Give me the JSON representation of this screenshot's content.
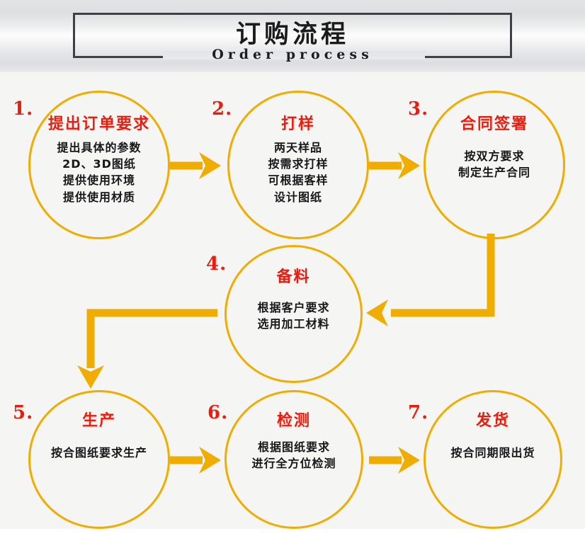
{
  "header": {
    "title_cn": "订购流程",
    "title_en": "Order process"
  },
  "colors": {
    "accent": "#F0AD00",
    "title_red": "#EC1C0D",
    "body_black": "#17171A",
    "frame": "#3E4045",
    "page_bg": "#F5F5F4"
  },
  "nodes": [
    {
      "index": "1.",
      "title": "提出订单要求",
      "lines": [
        "提出具体的参数",
        "2D、3D图纸",
        "提供使用环境",
        "提供使用材质"
      ]
    },
    {
      "index": "2.",
      "title": "打样",
      "lines": [
        "两天样品",
        "按需求打样",
        "可根据客样",
        "设计图纸"
      ]
    },
    {
      "index": "3.",
      "title": "合同签署",
      "lines": [
        "按双方要求",
        "制定生产合同"
      ]
    },
    {
      "index": "4.",
      "title": "备料",
      "lines": [
        "根据客户要求",
        "选用加工材料"
      ]
    },
    {
      "index": "5.",
      "title": "生产",
      "lines": [
        "按合图纸要求生产"
      ]
    },
    {
      "index": "6.",
      "title": "检测",
      "lines": [
        "根据图纸要求",
        "进行全方位检测"
      ]
    },
    {
      "index": "7.",
      "title": "发货",
      "lines": [
        "按合同期限出货"
      ]
    }
  ],
  "connectors": [
    {
      "name": "arrow-1-to-2",
      "shape": "straight-right"
    },
    {
      "name": "arrow-2-to-3",
      "shape": "straight-right"
    },
    {
      "name": "arrow-3-to-4",
      "shape": "elbow-down-left"
    },
    {
      "name": "arrow-4-to-5",
      "shape": "elbow-left-down"
    },
    {
      "name": "arrow-5-to-6",
      "shape": "straight-right"
    },
    {
      "name": "arrow-6-to-7",
      "shape": "straight-right"
    }
  ]
}
